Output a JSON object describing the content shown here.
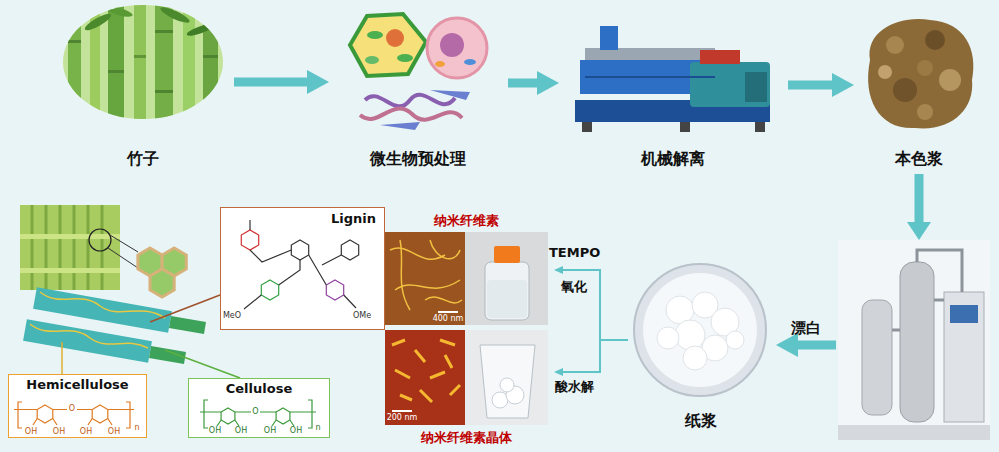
{
  "diagram": {
    "nodes": [
      {
        "text": [
          "竹子"
        ]
      },
      {
        "text": [
          "微生物预处理"
        ]
      },
      {
        "text": [
          "机械解离"
        ]
      },
      {
        "text": [
          "本色浆"
        ]
      },
      {
        "text": [
          "Lignin"
        ]
      },
      {
        "text": [
          "纳米纤维素"
        ]
      },
      {
        "text": [
          "纸浆"
        ]
      },
      {
        "text": [
          "Hemicellulose"
        ]
      },
      {
        "text": [
          "Cellulose"
        ]
      },
      {
        "text": [
          "纳米纤维素晶体"
        ]
      }
    ],
    "edges": [
      {
        "from": 0,
        "to": 1,
        "arrow": "to"
      },
      {
        "from": 1,
        "to": 2,
        "arrow": "to"
      },
      {
        "from": 2,
        "to": 3,
        "arrow": "to"
      },
      {
        "from": 3,
        "to": 6,
        "label": "漂白",
        "arrow": "to"
      },
      {
        "from": 6,
        "to": 5,
        "label": "TEMPO 氧化",
        "arrow": "to"
      },
      {
        "from": 6,
        "to": 9,
        "label": "酸水解",
        "arrow": "to"
      }
    ],
    "labels": [
      "400 nm",
      "200 nm",
      "OH",
      "OH",
      "O",
      "OH",
      "OH",
      "n",
      "OH",
      "OH",
      "O",
      "OH",
      "OH",
      "n",
      "MeO",
      "OMe"
    ]
  }
}
